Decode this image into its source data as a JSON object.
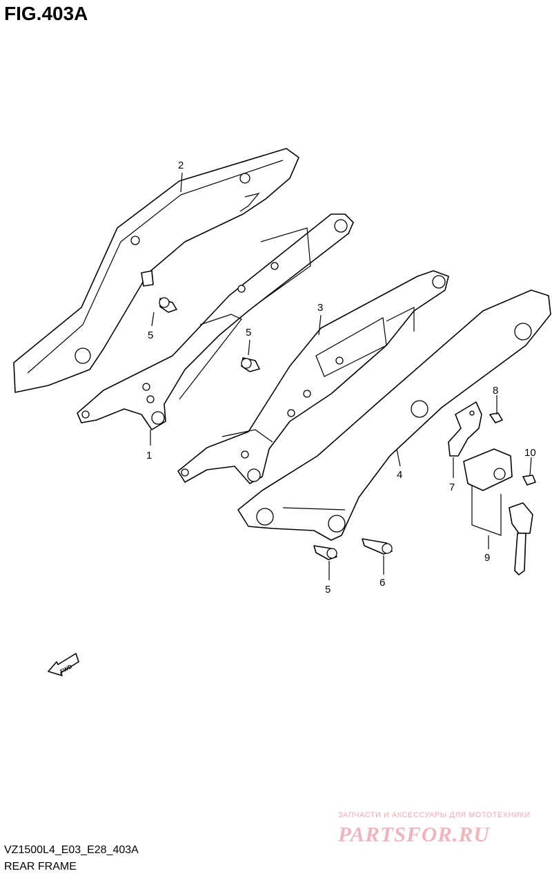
{
  "figure": {
    "number": "FIG.403A",
    "model_code": "VZ1500L4_E03_E28_403A",
    "name": "REAR FRAME"
  },
  "callouts": [
    "1",
    "2",
    "3",
    "4",
    "5",
    "5",
    "5",
    "6",
    "7",
    "8",
    "9",
    "10"
  ],
  "direction_arrow": {
    "icon": "fwd-arrow-icon",
    "label": "FWD"
  },
  "watermark": {
    "tagline": "ЗАПЧАСТИ И АКСЕССУАРЫ ДЛЯ МОТОТЕХНИКИ",
    "logo": "PARTSFOR.RU"
  },
  "colors": {
    "line": "#000000",
    "background": "#ffffff",
    "watermark": "#f0b4bd"
  }
}
